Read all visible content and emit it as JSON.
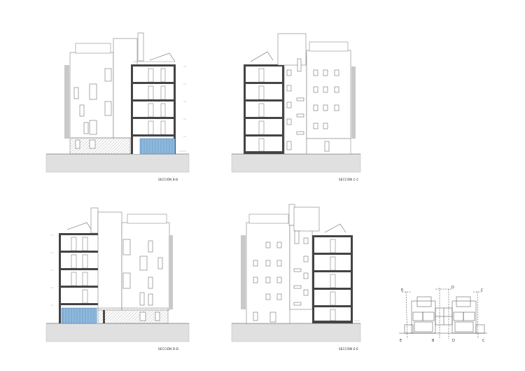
{
  "sheet": {
    "sections": [
      {
        "id": "bb",
        "caption": "SECCIÓN B-B"
      },
      {
        "id": "cc",
        "caption": "SECCIÓN C-C"
      },
      {
        "id": "dd",
        "caption": "SECCIÓN D-D"
      },
      {
        "id": "ee",
        "caption": "SECCIÓN E-E"
      }
    ],
    "key_plan": {
      "marks": [
        "E",
        "D",
        "C",
        "E",
        "B",
        "D",
        "C"
      ]
    }
  }
}
